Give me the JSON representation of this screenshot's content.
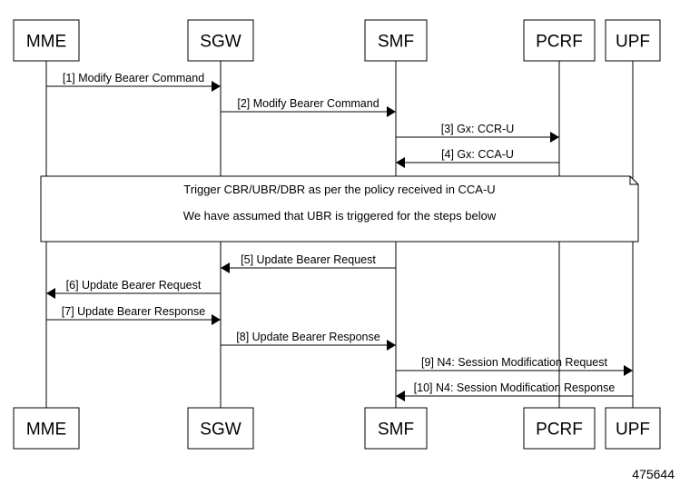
{
  "participants": [
    {
      "id": "mme",
      "label": "MME"
    },
    {
      "id": "sgw",
      "label": "SGW"
    },
    {
      "id": "smf",
      "label": "SMF"
    },
    {
      "id": "pcrf",
      "label": "PCRF"
    },
    {
      "id": "upf",
      "label": "UPF"
    }
  ],
  "messages": [
    {
      "from": "mme",
      "to": "sgw",
      "label": "[1] Modify Bearer Command"
    },
    {
      "from": "sgw",
      "to": "smf",
      "label": "[2] Modify Bearer Command"
    },
    {
      "from": "smf",
      "to": "pcrf",
      "label": "[3] Gx: CCR-U"
    },
    {
      "from": "pcrf",
      "to": "smf",
      "label": "[4] Gx: CCA-U"
    },
    {
      "from": "smf",
      "to": "sgw",
      "label": "[5] Update Bearer Request"
    },
    {
      "from": "sgw",
      "to": "mme",
      "label": "[6] Update Bearer Request"
    },
    {
      "from": "mme",
      "to": "sgw",
      "label": "[7] Update Bearer Response"
    },
    {
      "from": "sgw",
      "to": "smf",
      "label": "[8] Update Bearer Response"
    },
    {
      "from": "smf",
      "to": "upf",
      "label": "[9] N4: Session Modification Request"
    },
    {
      "from": "upf",
      "to": "smf",
      "label": "[10] N4: Session Modification Response"
    }
  ],
  "note": {
    "lines": [
      "Trigger CBR/UBR/DBR as per the policy received in CCA-U",
      "We have assumed that UBR is triggered for the steps below"
    ]
  },
  "figure_id": "475644"
}
